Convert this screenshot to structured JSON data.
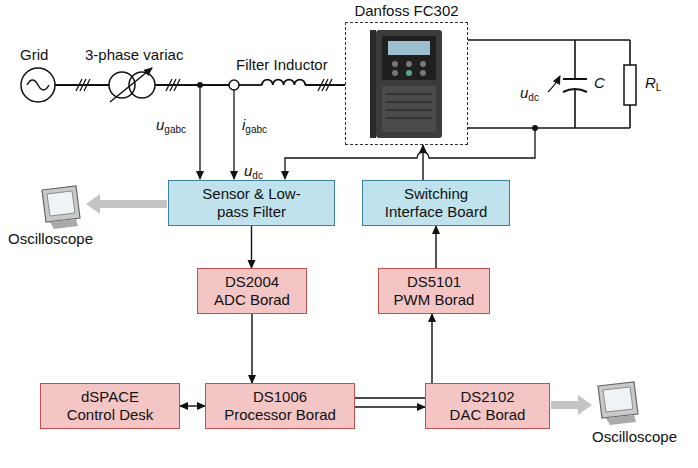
{
  "diagram": {
    "nodes": [
      {
        "text": [
          "Danfoss FC302"
        ]
      },
      {
        "text": [
          "Sensor & Low-pass Filter"
        ]
      },
      {
        "text": [
          "Switching Interface Board"
        ]
      },
      {
        "text": [
          "DS2004 ADC Borad"
        ]
      },
      {
        "text": [
          "DS5101 PWM Borad"
        ]
      },
      {
        "text": [
          "dSPACE Control Desk"
        ]
      },
      {
        "text": [
          "DS1006 Processor Borad"
        ]
      },
      {
        "text": [
          "DS2102 DAC Borad"
        ]
      }
    ],
    "edges": [
      {
        "from": 1,
        "to": 3,
        "arrow": "to"
      },
      {
        "from": 3,
        "to": 6,
        "arrow": "to"
      },
      {
        "from": 6,
        "to": 4,
        "arrow": "to"
      },
      {
        "from": 4,
        "to": 2,
        "arrow": "to"
      },
      {
        "from": 2,
        "to": 0,
        "arrow": "to"
      },
      {
        "from": 5,
        "to": 6,
        "arrow": "both"
      },
      {
        "from": 6,
        "to": 7,
        "arrow": "to"
      }
    ],
    "labels": [
      "Grid",
      "3-phase variac",
      "Filter Inductor",
      "udc",
      "C",
      "RL",
      "ugabc",
      "igabc",
      "udc",
      "Oscilloscope",
      "Oscilloscope"
    ]
  }
}
